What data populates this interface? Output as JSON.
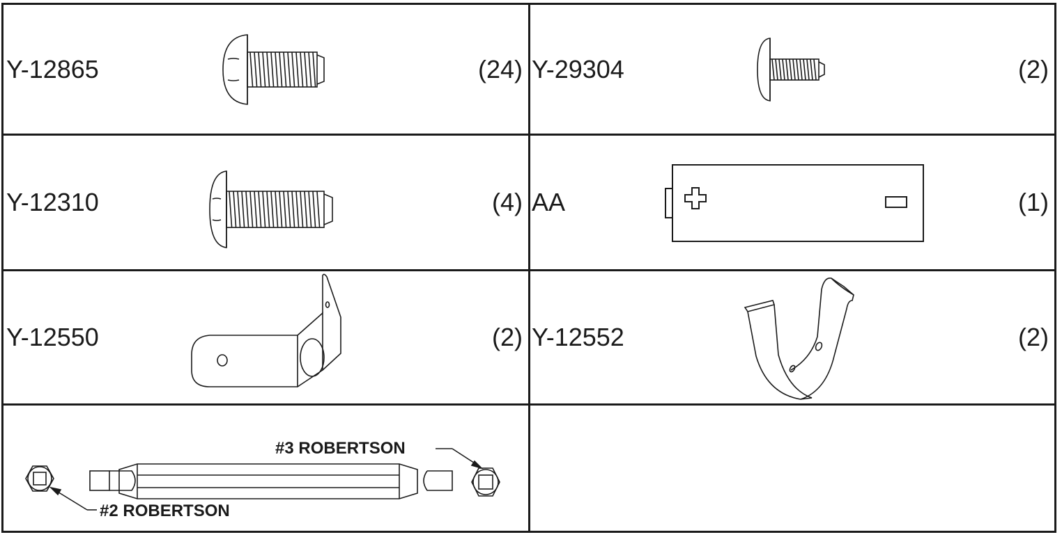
{
  "parts": [
    {
      "code": "Y-12865",
      "qty": "(24)",
      "icon": "pan-head-screw-icon"
    },
    {
      "code": "Y-29304",
      "qty": "(2)",
      "icon": "small-screw-icon"
    },
    {
      "code": "Y-12310",
      "qty": "(4)",
      "icon": "long-screw-icon"
    },
    {
      "code": "AA",
      "qty": "(1)",
      "icon": "aa-battery-icon"
    },
    {
      "code": "Y-12550",
      "qty": "(2)",
      "icon": "l-bracket-icon"
    },
    {
      "code": "Y-12552",
      "qty": "(2)",
      "icon": "u-clip-icon"
    }
  ],
  "driver_bit": {
    "icon": "double-ended-robertson-bit-icon",
    "label_right": "#3 ROBERTSON",
    "label_left": "#2 ROBERTSON"
  },
  "colors": {
    "line": "#1a1a1a",
    "background": "#ffffff"
  }
}
